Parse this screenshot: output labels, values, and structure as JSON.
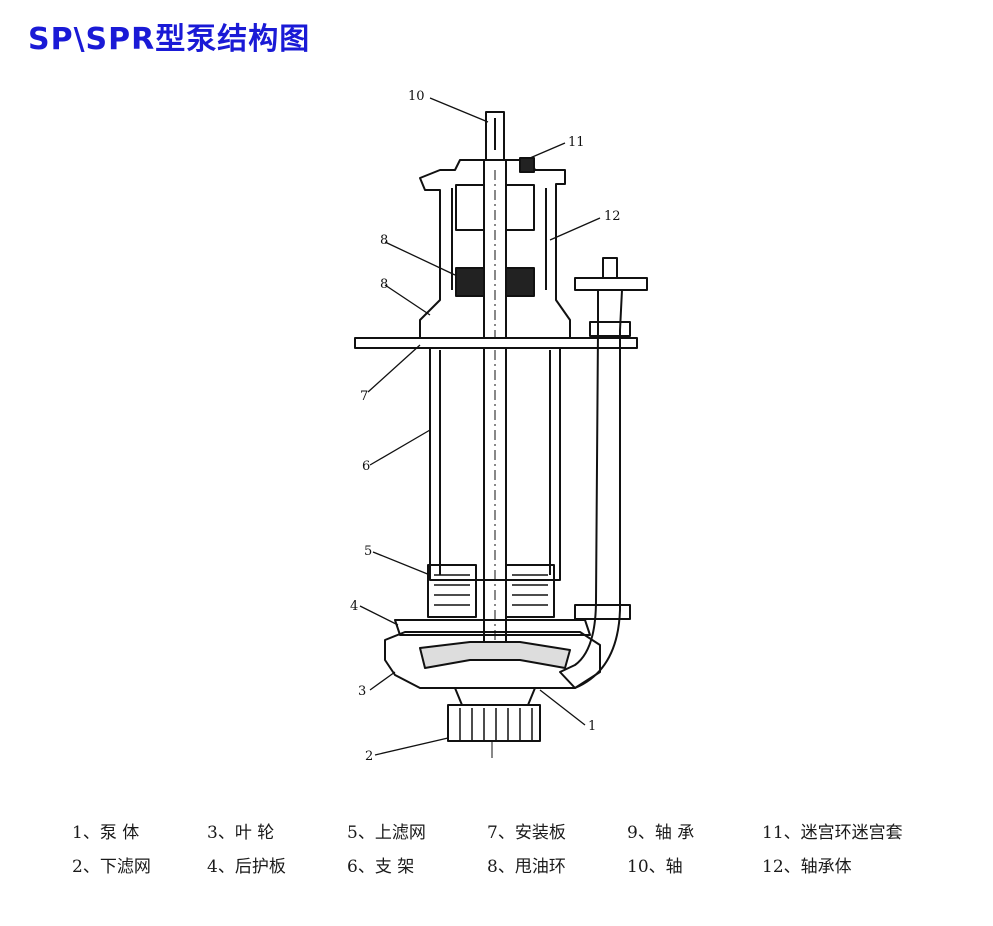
{
  "title": "SP\\SPR型泵结构图",
  "callouts": [
    "10",
    "11",
    "12",
    "8",
    "8",
    "7",
    "6",
    "5",
    "4",
    "3",
    "2",
    "1"
  ],
  "legend": [
    [
      "1、泵 体",
      "3、叶 轮",
      "5、上滤网",
      "7、安装板",
      "9、轴 承",
      "11、迷宫环迷宫套"
    ],
    [
      "2、下滤网",
      "4、后护板",
      "6、支 架",
      "8、甩油环",
      "10、轴",
      "12、轴承体"
    ]
  ],
  "colors": {
    "title": "#1a1ad6",
    "line": "#111111"
  }
}
